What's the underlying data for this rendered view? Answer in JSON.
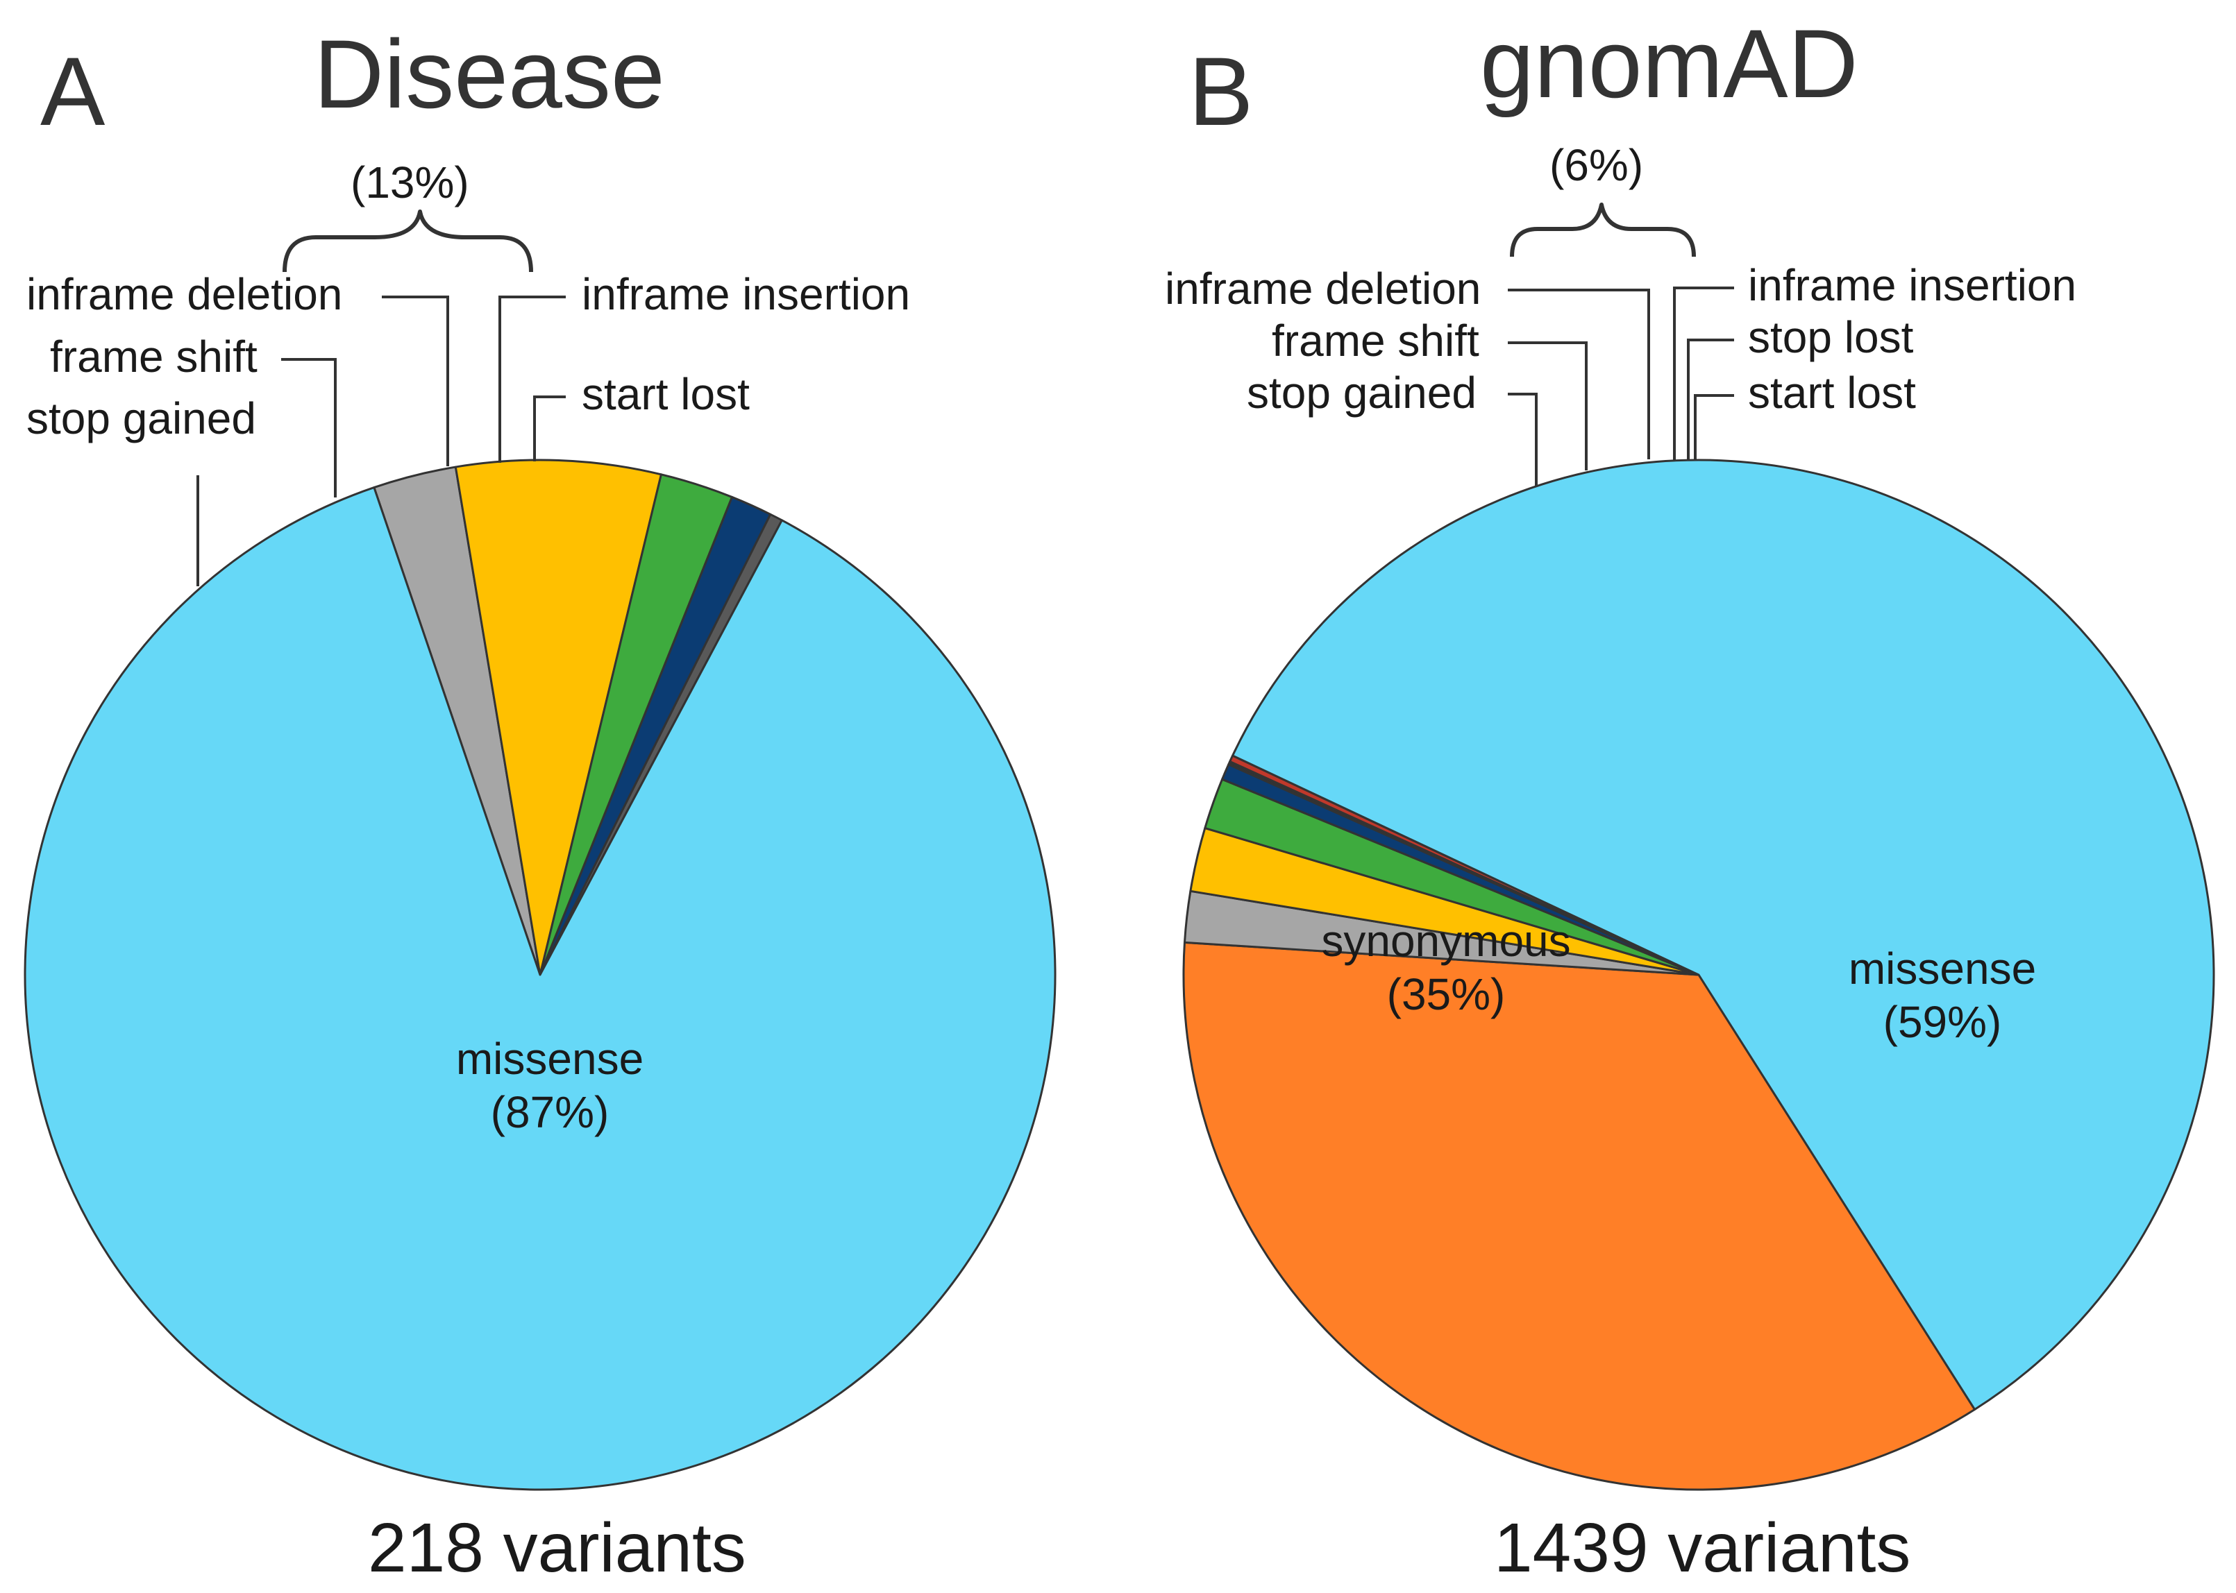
{
  "chart_data": [
    {
      "type": "pie",
      "panel": "A",
      "title": "Disease",
      "total_label": "218 variants",
      "group_label": "(13%)",
      "slices": [
        {
          "name": "missense",
          "value": 87.0,
          "color": "#66D8F7",
          "label": "missense",
          "pct_label": "(87%)"
        },
        {
          "name": "stop gained",
          "value": 2.6,
          "color": "#A6A6A6",
          "label": "stop gained"
        },
        {
          "name": "frame shift",
          "value": 6.4,
          "color": "#FFC000",
          "label": "frame shift"
        },
        {
          "name": "inframe deletion",
          "value": 2.3,
          "color": "#3EAB3E",
          "label": "inframe deletion"
        },
        {
          "name": "inframe insertion",
          "value": 1.3,
          "color": "#0B3C73",
          "label": "inframe insertion"
        },
        {
          "name": "start lost",
          "value": 0.4,
          "color": "#595959",
          "label": "start lost"
        }
      ]
    },
    {
      "type": "pie",
      "panel": "B",
      "title": "gnomAD",
      "total_label": "1439 variants",
      "group_label": "(6%)",
      "slices": [
        {
          "name": "missense",
          "value": 59.0,
          "color": "#66D8F7",
          "label": "missense",
          "pct_label": "(59%)"
        },
        {
          "name": "synonymous",
          "value": 35.0,
          "color": "#FF7F27",
          "label": "synonymous",
          "pct_label": "(35%)"
        },
        {
          "name": "stop gained",
          "value": 1.6,
          "color": "#A6A6A6",
          "label": "stop gained"
        },
        {
          "name": "frame shift",
          "value": 2.0,
          "color": "#FFC000",
          "label": "frame shift"
        },
        {
          "name": "inframe deletion",
          "value": 1.6,
          "color": "#3EAB3E",
          "label": "inframe deletion"
        },
        {
          "name": "inframe insertion",
          "value": 0.5,
          "color": "#0B3C73",
          "label": "inframe insertion"
        },
        {
          "name": "stop lost",
          "value": 0.1,
          "color": "#333333",
          "label": "stop lost"
        },
        {
          "name": "start lost",
          "value": 0.2,
          "color": "#C0392B",
          "label": "start lost"
        }
      ]
    }
  ]
}
